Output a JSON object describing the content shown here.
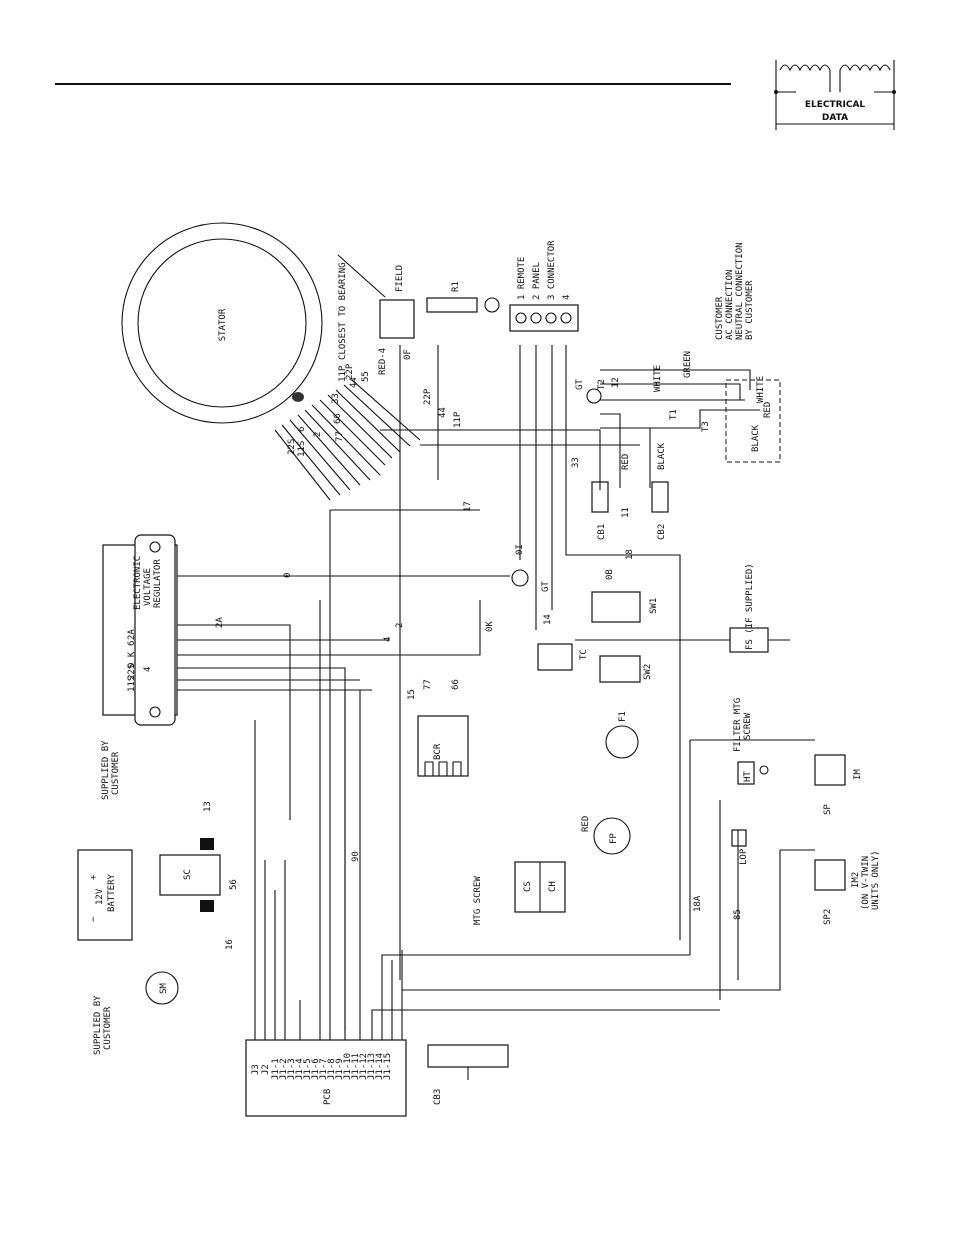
{
  "header": {
    "logo_line1": "ELECTRICAL",
    "logo_line2": "DATA"
  },
  "components": {
    "stator": "STATOR",
    "field": "FIELD",
    "r1": "R1",
    "remote_panel": [
      "1  REMOTE",
      "2  PANEL",
      "3  CONNECTOR",
      "4"
    ],
    "customer_ac": [
      "CUSTOMER",
      "AC CONNECTION",
      "NEUTRAL CONNECTION",
      "BY CUSTOMER"
    ],
    "closest_to_bearing": "CLOSEST TO BEARING",
    "evr": [
      "ELECTRONIC",
      "VOLTAGE",
      "REGULATOR"
    ],
    "bcr": "BCR",
    "sc": "SC",
    "battery": [
      "12V",
      "BATTERY"
    ],
    "sm": "SM",
    "pcb": "PCB",
    "cb1": "CB1",
    "cb2": "CB2",
    "cb3": "CB3",
    "sw1": "SW1",
    "sw2": "SW2",
    "tc": "TC",
    "f1": "F1",
    "fp": "FP",
    "fs": "FS (IF SUPPLIED)",
    "cs": "CS",
    "ch": "CH",
    "mtg_screw": "MTG SCREW",
    "filter_mtg_screw": [
      "FILTER MTG",
      "SCREW"
    ],
    "ht": "HT",
    "lop": "LOP",
    "im": "IM",
    "sp": "SP",
    "im2": [
      "IM2",
      "(ON V-TWIN",
      "UNITS ONLY)"
    ],
    "sp2": "SP2",
    "gt": "GT",
    "supplied_top": [
      "SUPPLIED BY",
      "CUSTOMER"
    ],
    "supplied_bottom": [
      "SUPPLIED BY",
      "CUSTOMER"
    ]
  },
  "colors": [
    "GREEN",
    "WHITE",
    "WHITE",
    "RED",
    "RED",
    "BLACK",
    "BLACK",
    "RED"
  ],
  "pcb_pins": [
    "J3",
    "J2",
    "J1-1",
    "J1-2",
    "J1-3",
    "J1-4",
    "J1-5",
    "J1-6",
    "J1-7",
    "J1-8",
    "J1-9",
    "J1-10",
    "J1-11",
    "J1-12",
    "J1-13",
    "J1-14",
    "J1-15"
  ],
  "pcb_wires": [
    "15",
    "14",
    "0",
    "56",
    "90",
    "18A",
    "17",
    "17",
    "4",
    "66",
    "85",
    "0",
    "16",
    "18"
  ],
  "evr_pins": [
    "2A",
    "6",
    "0 K",
    "4",
    "11S",
    "22S"
  ],
  "stator_leads": [
    "22S",
    "11S",
    "6",
    "2",
    "77",
    "66",
    "33",
    "11P",
    "44",
    "22P",
    "55"
  ],
  "wire_labels": [
    "0",
    "2A",
    "17",
    "15",
    "4",
    "2",
    "14",
    "13",
    "0F",
    "0I",
    "0K",
    "0B",
    "18",
    "18A",
    "85",
    "90",
    "56",
    "16",
    "33",
    "11",
    "T1",
    "T2",
    "T3",
    "12",
    "22P",
    "11P",
    "44",
    "77",
    "66",
    "RED",
    "RED-4"
  ]
}
